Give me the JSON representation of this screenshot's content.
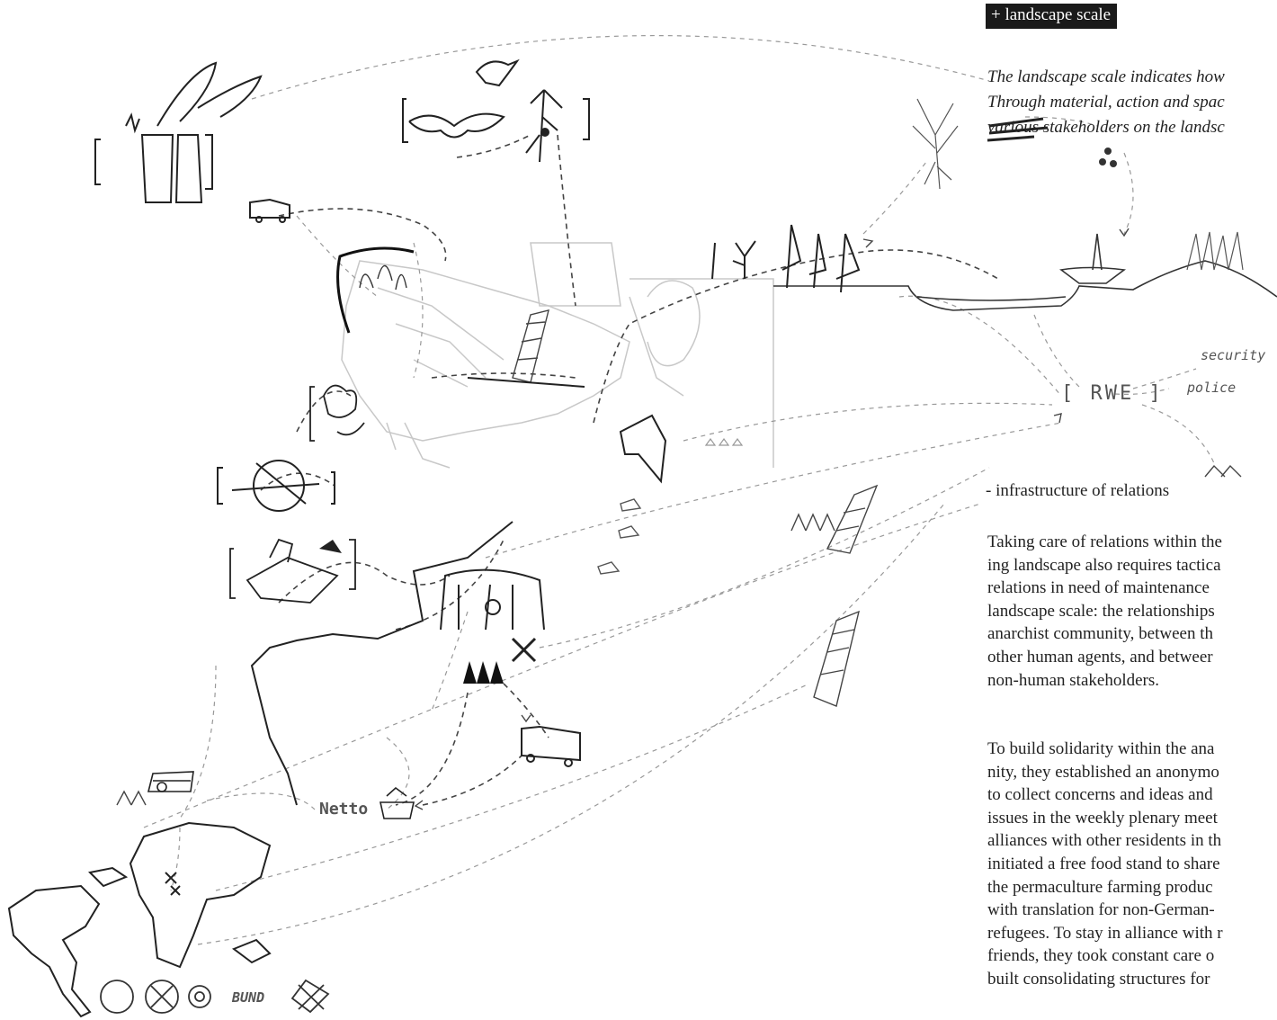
{
  "header": {
    "tag": "+ landscape scale"
  },
  "intro": {
    "lines": [
      "The landscape scale indicates how",
      "Through material, action and spac",
      "various stakeholders on the landsc"
    ]
  },
  "section": {
    "subtitle": "- infrastructure of relations"
  },
  "paragraph1": {
    "lines": [
      "Taking care of relations within the",
      "ing landscape also requires tactica",
      "relations in need of maintenance",
      "landscape scale: the relationships",
      "anarchist community, between th",
      "other human agents, and betweer",
      "non-human stakeholders."
    ]
  },
  "paragraph2": {
    "lines": [
      "To build solidarity within the ana",
      "nity, they established an anonymo",
      "to collect concerns and ideas and",
      "issues in the weekly plenary meet",
      "alliances with other residents in th",
      "initiated a free food stand to share",
      "the permaculture farming produc",
      "with translation for non-German-",
      "refugees. To stay in alliance with r",
      "friends, they took constant care o",
      "built consolidating structures for"
    ]
  },
  "sketch_labels": {
    "rwe": "[ RWE ]",
    "security": "security",
    "police": "police",
    "netto": "Netto",
    "bund": "BUND"
  },
  "colors": {
    "ink": "#222222",
    "faint": "#bbbbbb",
    "tag_bg": "#1a1a1a"
  }
}
